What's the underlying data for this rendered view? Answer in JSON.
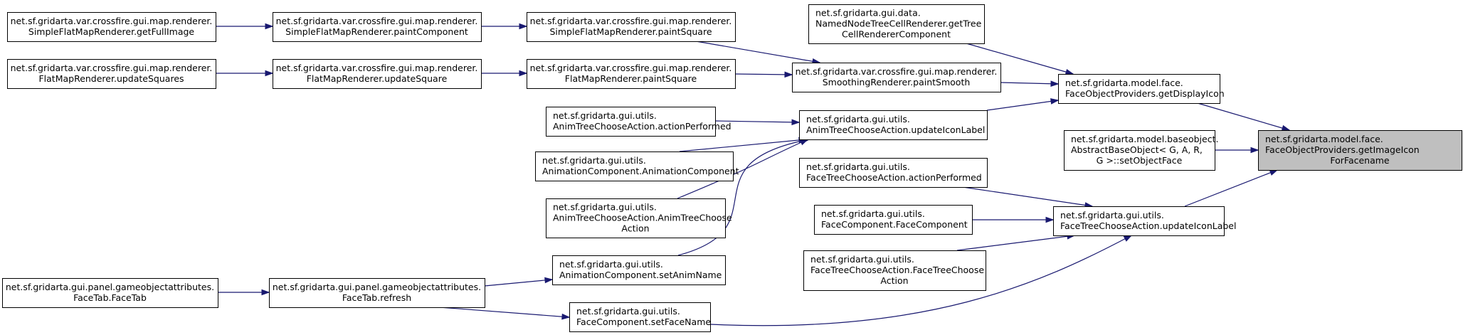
{
  "diagram": {
    "type": "call-graph",
    "colors": {
      "edge": "#191970",
      "focus_fill": "#bfbfbf",
      "node_fill": "#ffffff",
      "node_border": "#000000"
    },
    "nodes": [
      {
        "id": "getImageIconForFacename",
        "lines": [
          "net.sf.gridarta.model.face.",
          "FaceObjectProviders.getImageIcon",
          "ForFacename"
        ],
        "focus": true
      },
      {
        "id": "getDisplayIcon",
        "lines": [
          "net.sf.gridarta.model.face.",
          "FaceObjectProviders.getDisplayIcon"
        ]
      },
      {
        "id": "setObjectFace",
        "lines": [
          "net.sf.gridarta.model.baseobject.",
          "AbstractBaseObject< G, A, R,",
          "G >::setObjectFace"
        ]
      },
      {
        "id": "faceTreeUpdateIconLabel",
        "lines": [
          "net.sf.gridarta.gui.utils.",
          "FaceTreeChooseAction.updateIconLabel"
        ]
      },
      {
        "id": "getTreeCellRendererComponent",
        "lines": [
          "net.sf.gridarta.gui.data.",
          "NamedNodeTreeCellRenderer.getTree",
          "CellRendererComponent"
        ]
      },
      {
        "id": "paintSmooth",
        "lines": [
          "net.sf.gridarta.var.crossfire.gui.map.renderer.",
          "SmoothingRenderer.paintSmooth"
        ]
      },
      {
        "id": "animTreeUpdateIconLabel",
        "lines": [
          "net.sf.gridarta.gui.utils.",
          "AnimTreeChooseAction.updateIconLabel"
        ]
      },
      {
        "id": "faceTreeActionPerformed",
        "lines": [
          "net.sf.gridarta.gui.utils.",
          "FaceTreeChooseAction.actionPerformed"
        ]
      },
      {
        "id": "faceComponentCtor",
        "lines": [
          "net.sf.gridarta.gui.utils.",
          "FaceComponent.FaceComponent"
        ]
      },
      {
        "id": "faceTreeCtor",
        "lines": [
          "net.sf.gridarta.gui.utils.",
          "FaceTreeChooseAction.FaceTreeChoose",
          "Action"
        ]
      },
      {
        "id": "simplePaintSquare",
        "lines": [
          "net.sf.gridarta.var.crossfire.gui.map.renderer.",
          "SimpleFlatMapRenderer.paintSquare"
        ]
      },
      {
        "id": "flatPaintSquare",
        "lines": [
          "net.sf.gridarta.var.crossfire.gui.map.renderer.",
          "FlatMapRenderer.paintSquare"
        ]
      },
      {
        "id": "animTreeActionPerformed",
        "lines": [
          "net.sf.gridarta.gui.utils.",
          "AnimTreeChooseAction.actionPerformed"
        ]
      },
      {
        "id": "animationComponentCtor",
        "lines": [
          "net.sf.gridarta.gui.utils.",
          "AnimationComponent.AnimationComponent"
        ]
      },
      {
        "id": "animTreeCtor",
        "lines": [
          "net.sf.gridarta.gui.utils.",
          "AnimTreeChooseAction.AnimTreeChoose",
          "Action"
        ]
      },
      {
        "id": "setAnimName",
        "lines": [
          "net.sf.gridarta.gui.utils.",
          "AnimationComponent.setAnimName"
        ]
      },
      {
        "id": "setFaceName",
        "lines": [
          "net.sf.gridarta.gui.utils.",
          "FaceComponent.setFaceName"
        ]
      },
      {
        "id": "simplePaintComponent",
        "lines": [
          "net.sf.gridarta.var.crossfire.gui.map.renderer.",
          "SimpleFlatMapRenderer.paintComponent"
        ]
      },
      {
        "id": "flatUpdateSquare",
        "lines": [
          "net.sf.gridarta.var.crossfire.gui.map.renderer.",
          "FlatMapRenderer.updateSquare"
        ]
      },
      {
        "id": "faceTabRefresh",
        "lines": [
          "net.sf.gridarta.gui.panel.gameobjectattributes.",
          "FaceTab.refresh"
        ]
      },
      {
        "id": "getFullImage",
        "lines": [
          "net.sf.gridarta.var.crossfire.gui.map.renderer.",
          "SimpleFlatMapRenderer.getFullImage"
        ]
      },
      {
        "id": "flatUpdateSquares",
        "lines": [
          "net.sf.gridarta.var.crossfire.gui.map.renderer.",
          "FlatMapRenderer.updateSquares"
        ]
      },
      {
        "id": "faceTabCtor",
        "lines": [
          "net.sf.gridarta.gui.panel.gameobjectattributes.",
          "FaceTab.FaceTab"
        ]
      }
    ],
    "edges": [
      {
        "from": "getDisplayIcon",
        "to": "getImageIconForFacename"
      },
      {
        "from": "setObjectFace",
        "to": "getImageIconForFacename"
      },
      {
        "from": "faceTreeUpdateIconLabel",
        "to": "getImageIconForFacename"
      },
      {
        "from": "getTreeCellRendererComponent",
        "to": "getDisplayIcon"
      },
      {
        "from": "paintSmooth",
        "to": "getDisplayIcon"
      },
      {
        "from": "animTreeUpdateIconLabel",
        "to": "getDisplayIcon"
      },
      {
        "from": "simplePaintSquare",
        "to": "paintSmooth"
      },
      {
        "from": "flatPaintSquare",
        "to": "paintSmooth"
      },
      {
        "from": "animTreeActionPerformed",
        "to": "animTreeUpdateIconLabel"
      },
      {
        "from": "animationComponentCtor",
        "to": "animTreeUpdateIconLabel"
      },
      {
        "from": "animTreeCtor",
        "to": "animTreeUpdateIconLabel"
      },
      {
        "from": "setAnimName",
        "to": "animTreeUpdateIconLabel"
      },
      {
        "from": "faceTreeActionPerformed",
        "to": "faceTreeUpdateIconLabel"
      },
      {
        "from": "faceComponentCtor",
        "to": "faceTreeUpdateIconLabel"
      },
      {
        "from": "faceTreeCtor",
        "to": "faceTreeUpdateIconLabel"
      },
      {
        "from": "setFaceName",
        "to": "faceTreeUpdateIconLabel"
      },
      {
        "from": "simplePaintComponent",
        "to": "simplePaintSquare"
      },
      {
        "from": "flatUpdateSquare",
        "to": "flatPaintSquare"
      },
      {
        "from": "getFullImage",
        "to": "simplePaintComponent"
      },
      {
        "from": "flatUpdateSquares",
        "to": "flatUpdateSquare"
      },
      {
        "from": "faceTabRefresh",
        "to": "setAnimName"
      },
      {
        "from": "faceTabRefresh",
        "to": "setFaceName"
      },
      {
        "from": "faceTabCtor",
        "to": "faceTabRefresh"
      }
    ]
  }
}
